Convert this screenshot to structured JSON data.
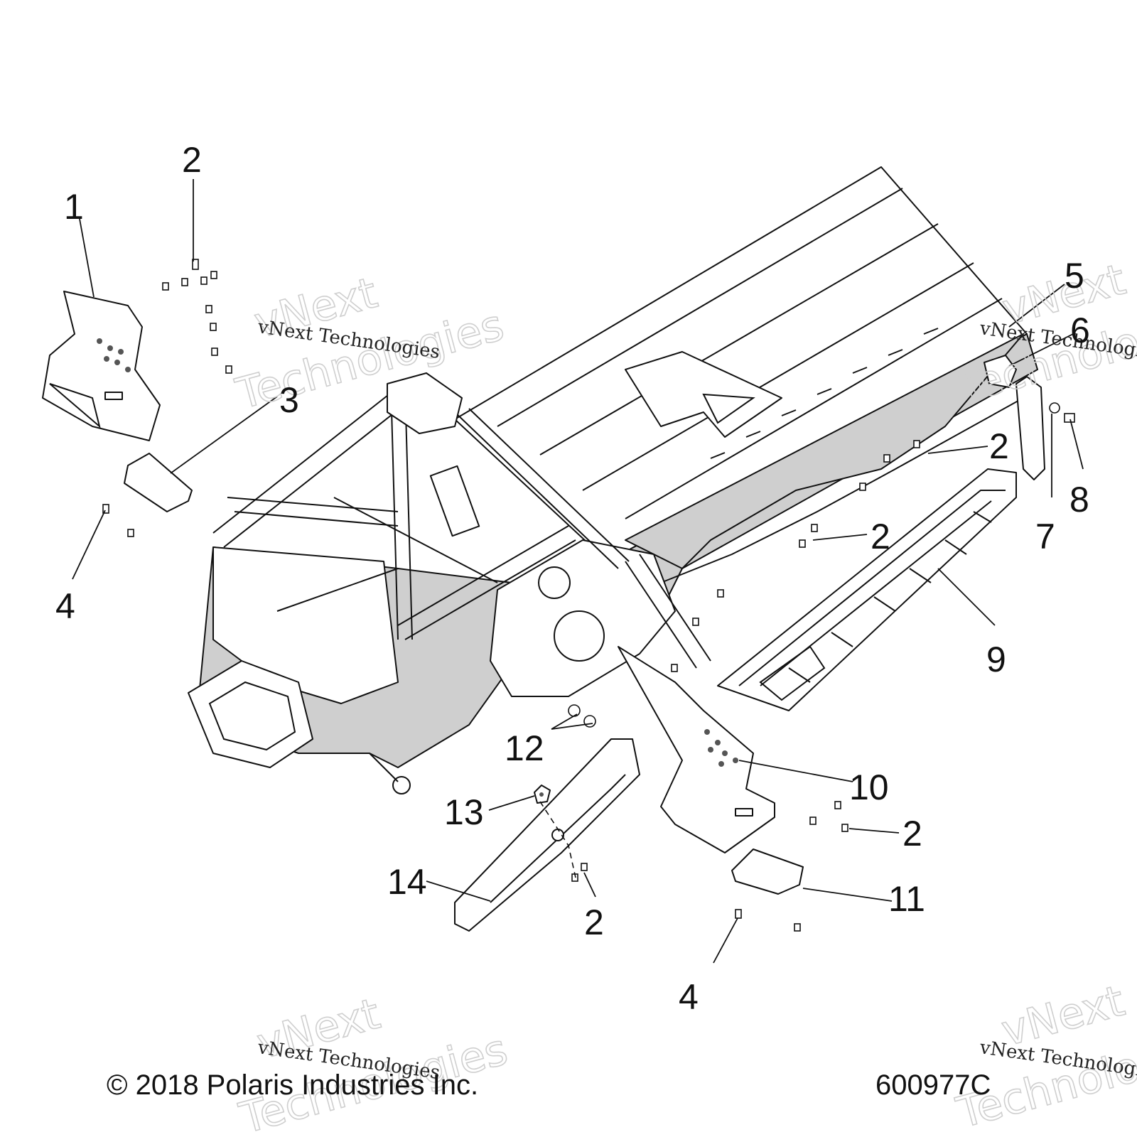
{
  "callouts": {
    "c1": "1",
    "c2a": "2",
    "c2b": "2",
    "c2c": "2",
    "c2d": "2",
    "c2e": "2",
    "c3": "3",
    "c4a": "4",
    "c4b": "4",
    "c5": "5",
    "c6": "6",
    "c7": "7",
    "c8": "8",
    "c9": "9",
    "c10": "10",
    "c11": "11",
    "c12": "12",
    "c13": "13",
    "c14": "14"
  },
  "footer": {
    "copyright": "© 2018 Polaris Industries Inc.",
    "diagram_id": "600977C"
  },
  "watermark": {
    "line": "vNext Technologies",
    "word1": "vNext",
    "word2": "Technologies"
  }
}
